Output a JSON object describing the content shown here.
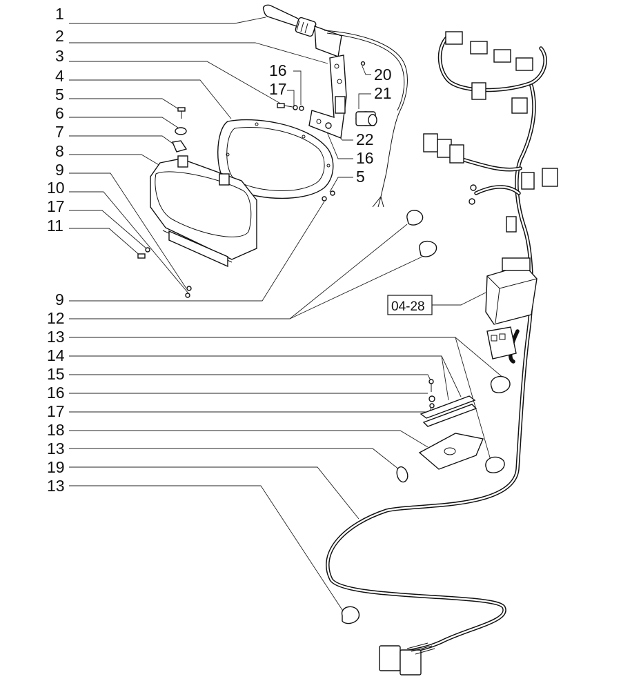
{
  "callouts": {
    "c1": "1",
    "c2": "2",
    "c3": "3",
    "c4": "4",
    "c5a": "5",
    "c6": "6",
    "c7": "7",
    "c8": "8",
    "c9a": "9",
    "c10": "10",
    "c17a": "17",
    "c11": "11",
    "c9b": "9",
    "c12": "12",
    "c13a": "13",
    "c14": "14",
    "c15": "15",
    "c16a": "16",
    "c17b": "17",
    "c18": "18",
    "c13b": "13",
    "c19": "19",
    "c13c": "13",
    "c16b": "16",
    "c17c": "17",
    "c20": "20",
    "c21": "21",
    "c22": "22",
    "c16c": "16",
    "c5b": "5"
  },
  "reference": {
    "label": "04-28"
  }
}
